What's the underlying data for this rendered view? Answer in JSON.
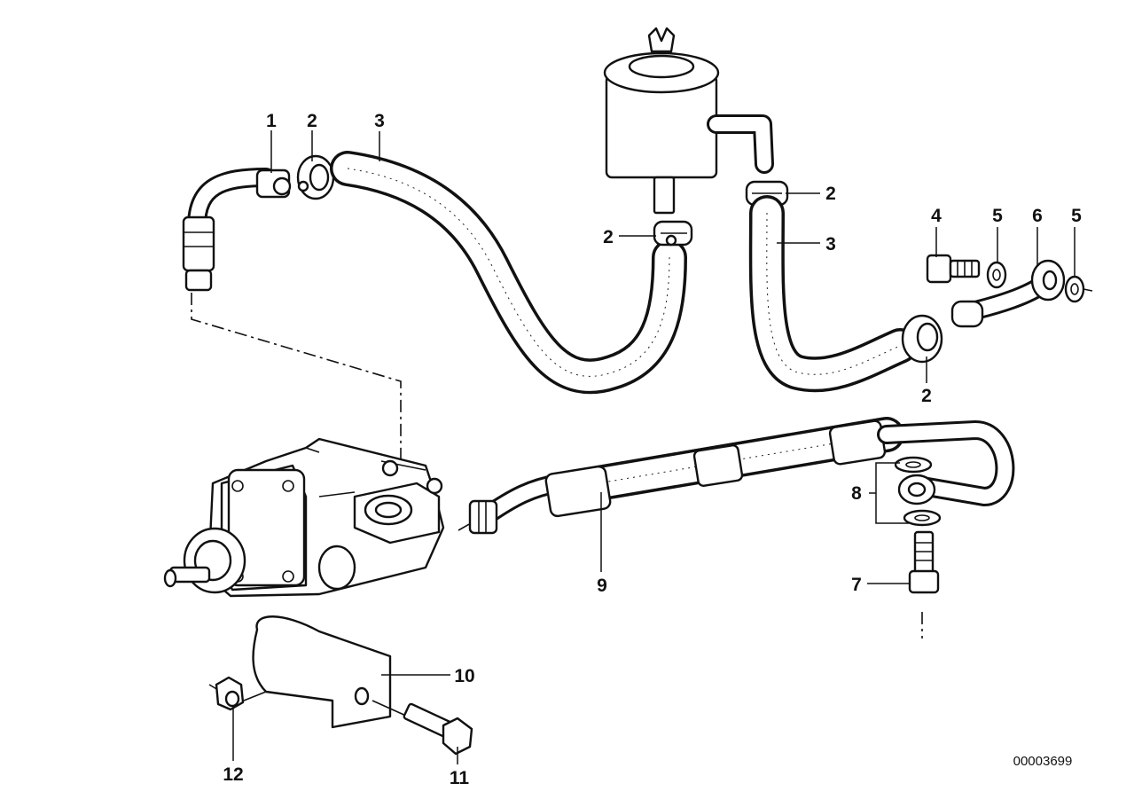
{
  "callouts": {
    "c1": "1",
    "c2a": "2",
    "c3a": "3",
    "c2b": "2",
    "c2c": "2",
    "c3b": "3",
    "c4": "4",
    "c5a": "5",
    "c6": "6",
    "c5b": "5",
    "c2d": "2",
    "c8": "8",
    "c9": "9",
    "c7": "7",
    "c10": "10",
    "c12": "12",
    "c11": "11"
  },
  "document_id": "00003699"
}
